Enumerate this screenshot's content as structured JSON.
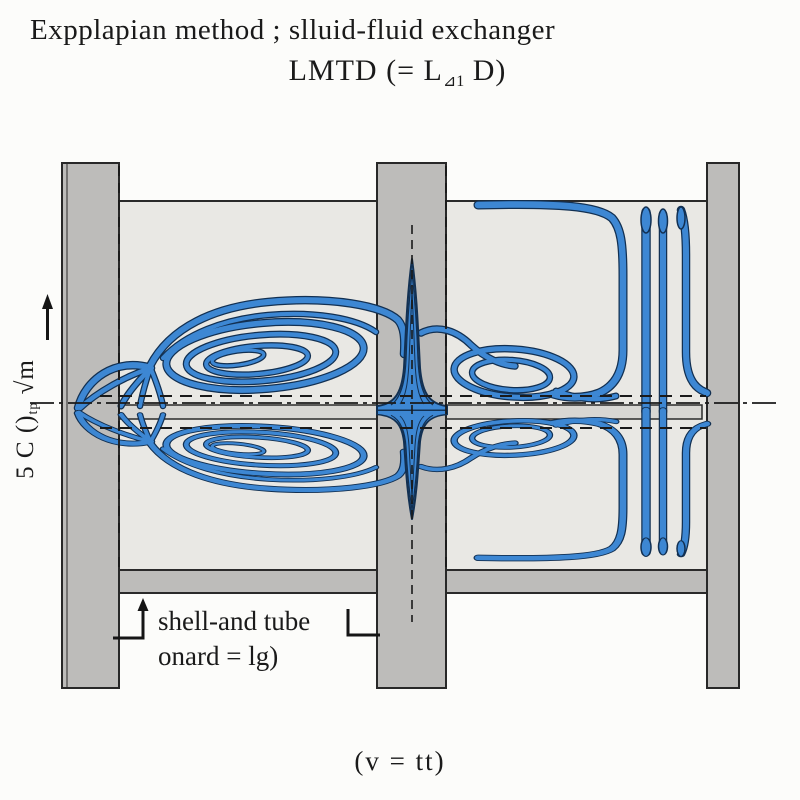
{
  "title": {
    "line1": "Expplapian method ;  slluid-fluid exchanger"
  },
  "formula": {
    "prefix": "LMTD  (= L",
    "subscript": "⊿1",
    "suffix": " D)"
  },
  "y_axis_label": {
    "main": "5 C ()",
    "sub": "tp",
    "tail": " √m"
  },
  "shell_label": {
    "line1": "shell-and tube",
    "line2": "onard = lg)"
  },
  "caption": {
    "text": "(v = tt)"
  },
  "colors": {
    "flow_blue": "#3d87d3",
    "flow_outline": "#123052",
    "column_gray": "#bdbcba",
    "interior_gray": "#e9e8e4",
    "band_gray": "#d8d7d3",
    "ink": "#1a1a1a",
    "background": "#fcfcfa"
  }
}
